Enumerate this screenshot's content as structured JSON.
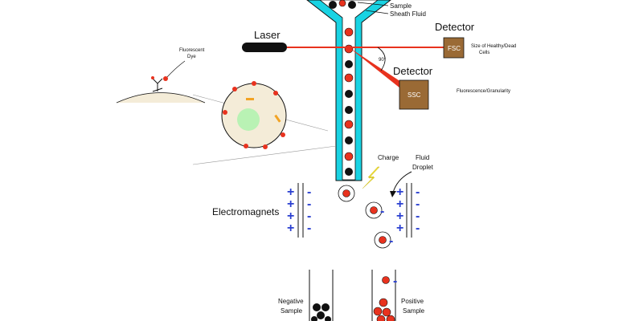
{
  "labels": {
    "sample": "Sample",
    "sheath_fluid": "Sheath Fluid",
    "laser": "Laser",
    "detector_fsc_title": "Detector",
    "detector_ssc_title": "Detector",
    "fsc_box": "FSC",
    "ssc_box": "SSC",
    "fsc_caption_line1": "Size of Healthy/Dead",
    "fsc_caption_line2": "Cells",
    "ssc_caption": "Fluorescence/Granularity",
    "angle": "90°",
    "fluorescent_dye_line1": "Fluorescent",
    "fluorescent_dye_line2": "Dye",
    "charge": "Charge",
    "fluid_droplet_line1": "Fluid",
    "fluid_droplet_line2": "Droplet",
    "electromagnets": "Electromagnets",
    "negative_sample_line1": "Negative",
    "negative_sample_line2": "Sample",
    "positive_sample_line1": "Positive",
    "positive_sample_line2": "Sample"
  },
  "signs": {
    "plus": "+",
    "minus": "-"
  },
  "colors": {
    "channel": "#19d3e3",
    "laser_beam": "#e8321e",
    "detector_box": "#9a6a35",
    "cell_red": "#e8321e",
    "cell_black": "#111111",
    "charge_bolt": "#f2e23a",
    "electrode_sign": "#2a3fd0",
    "nucleus": "#b9f2b4",
    "cell_body": "#f4ecd8"
  }
}
